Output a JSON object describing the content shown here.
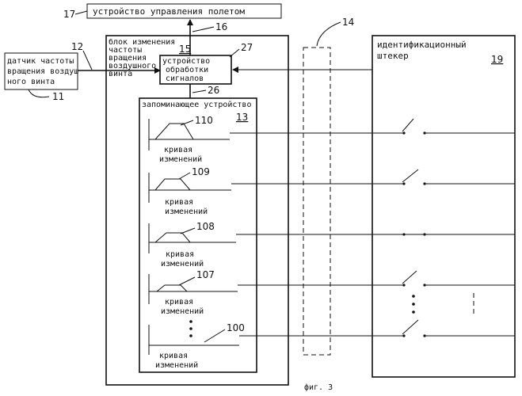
{
  "flight_control": {
    "label": "устройство управления полетом",
    "ref": "17"
  },
  "output_line_ref": "16",
  "sensor": {
    "line1": "датчик частоты",
    "line2": "вращения воздуш",
    "line3": "ного винта",
    "ref": "11"
  },
  "sensor_link_ref": "12",
  "change_block": {
    "line1": "блок изменения",
    "line2": "частоты",
    "line3": "вращения",
    "line4": "воздушного",
    "line5": "винта",
    "ref": "15"
  },
  "processor": {
    "line1": "устройство",
    "line2": "обработки",
    "line3": "сигналов",
    "ref": "27"
  },
  "bus_ref": "26",
  "memory": {
    "label": "запоминающее устройство",
    "ref": "13"
  },
  "curves": [
    {
      "label1": "кривая",
      "label2": "изменений",
      "ref": "110"
    },
    {
      "label1": "кривая",
      "label2": "изменений",
      "ref": "109"
    },
    {
      "label1": "кривая",
      "label2": "изменений",
      "ref": "108"
    },
    {
      "label1": "кривая",
      "label2": "изменений",
      "ref": "107"
    },
    {
      "label1": "кривая",
      "label2": "изменений",
      "ref": "100"
    }
  ],
  "connector_ref": "14",
  "plug": {
    "line1": "идентификационный",
    "line2": "штекер",
    "ref": "19"
  },
  "caption": "фиг. 3"
}
